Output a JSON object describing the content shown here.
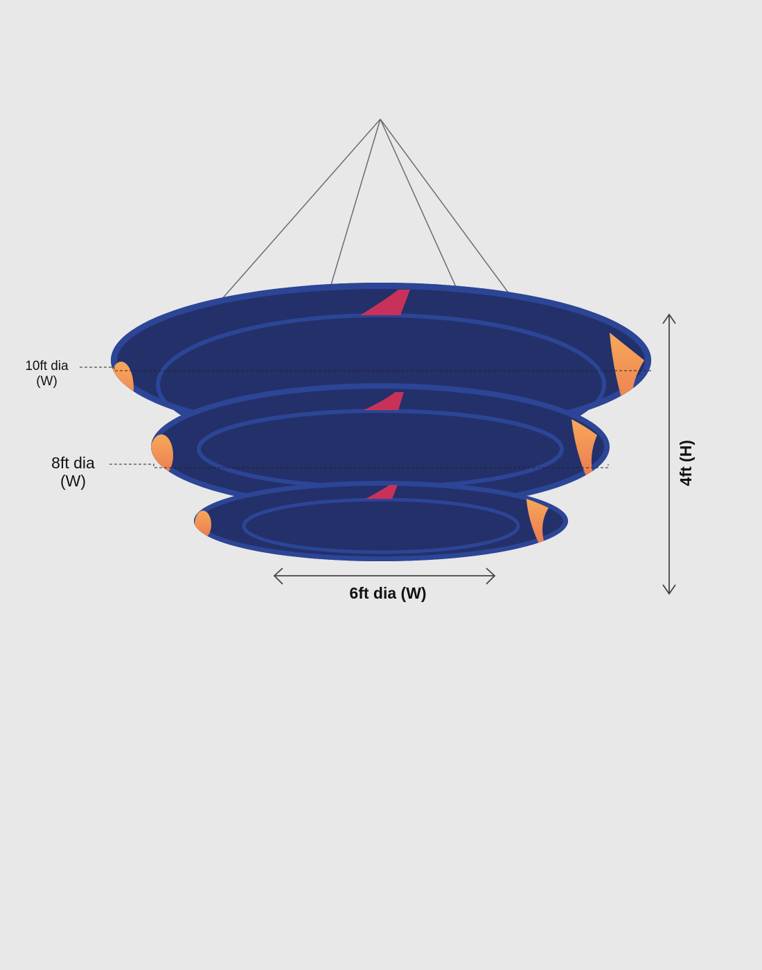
{
  "labels": {
    "ring_10": {
      "line1": "10ft dia",
      "line2": "(W)"
    },
    "ring_8": {
      "line1": "8ft dia",
      "line2": "(W)"
    },
    "width_6": "6ft dia (W)",
    "height": "4ft (H)"
  },
  "colors": {
    "background": "#e8e8e8",
    "ring_face": "#23306a",
    "ring_rim": "#2c4596",
    "accent_orange": "#f7a257",
    "accent_pink": "#c8325a",
    "cable": "#6b6b6b"
  }
}
